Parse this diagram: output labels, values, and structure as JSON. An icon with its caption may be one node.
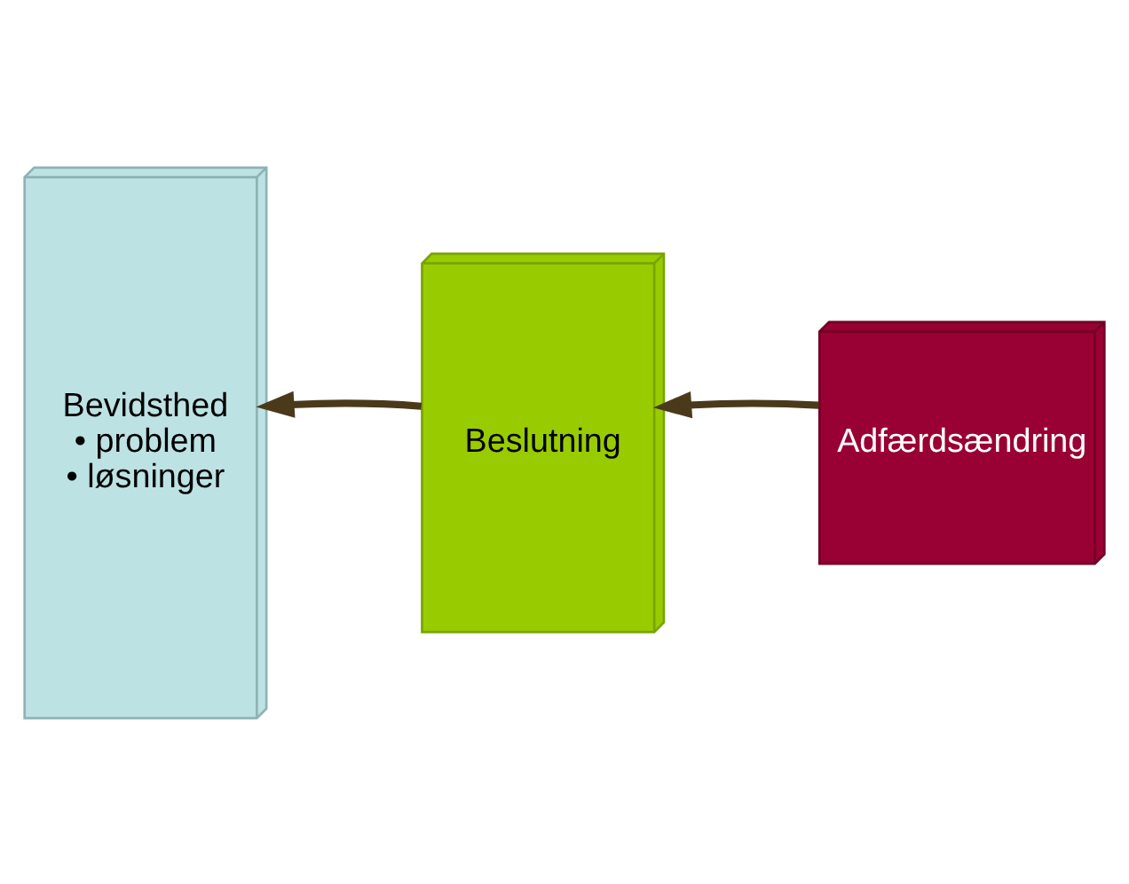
{
  "diagram": {
    "nodes": [
      {
        "text": [
          "Bevidsthed",
          "• problem",
          "• løsninger"
        ]
      },
      {
        "text": [
          "Beslutning"
        ]
      },
      {
        "text": [
          "Adfærdsændring"
        ]
      }
    ],
    "edges": [
      {
        "from": 1,
        "to": 0,
        "arrow": "to"
      },
      {
        "from": 2,
        "to": 1,
        "arrow": "to"
      }
    ]
  }
}
